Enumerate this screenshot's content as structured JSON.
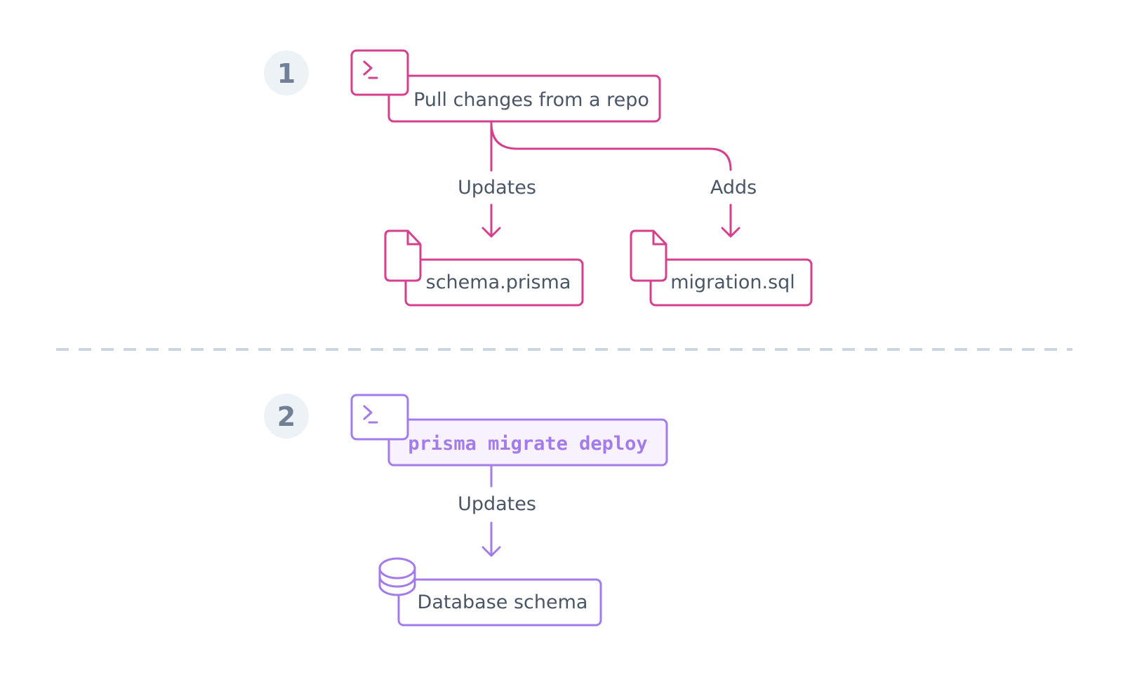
{
  "colors": {
    "pink": "#d63f8c",
    "purple": "#a47bea",
    "purple_fill": "#f7f2fe",
    "text": "#4a5568",
    "step_bg": "#edf2f7",
    "step_text": "#718096",
    "divider": "#cbd5e0"
  },
  "step1": {
    "number": "1",
    "command": {
      "icon": "terminal-icon",
      "label": "Pull changes from a repo"
    },
    "edges": [
      {
        "label": "Updates"
      },
      {
        "label": "Adds"
      }
    ],
    "files": [
      {
        "icon": "file-icon",
        "label": "schema.prisma"
      },
      {
        "icon": "file-icon",
        "label": "migration.sql"
      }
    ]
  },
  "step2": {
    "number": "2",
    "command": {
      "icon": "terminal-icon",
      "label": "prisma migrate deploy"
    },
    "edge": {
      "label": "Updates"
    },
    "target": {
      "icon": "database-icon",
      "label": "Database schema"
    }
  }
}
